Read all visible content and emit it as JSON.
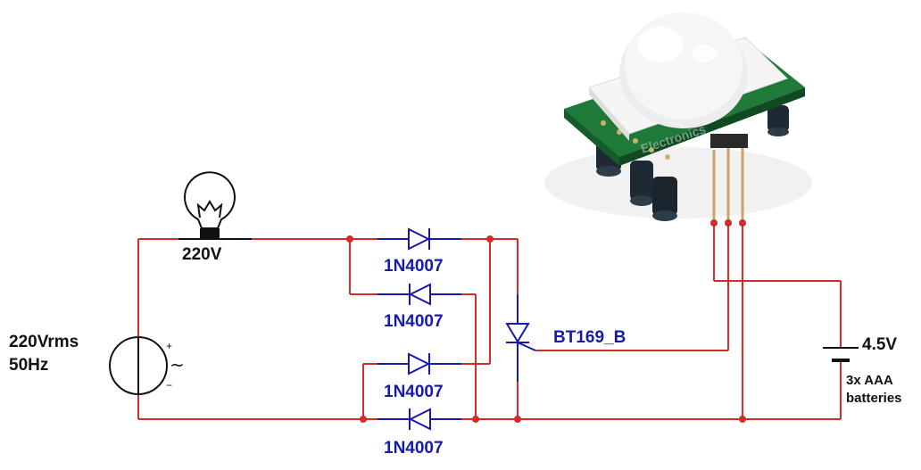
{
  "colors": {
    "wire": "#d42a2a",
    "component": "#1a1aa8",
    "source": "#111111",
    "label_text": "#111111",
    "component_label": "#1a1aa8",
    "pcb": "#1f7a3a",
    "dome": "#f2f2f2"
  },
  "source": {
    "voltage_label": "220Vrms",
    "frequency_label": "50Hz",
    "plus_sign": "+",
    "minus_sign": "−",
    "ac_symbol": "~"
  },
  "lamp": {
    "label": "220V"
  },
  "diodes": [
    {
      "part": "1N4007"
    },
    {
      "part": "1N4007"
    },
    {
      "part": "1N4007"
    },
    {
      "part": "1N4007"
    }
  ],
  "thyristor": {
    "part": "BT169_B"
  },
  "battery": {
    "voltage_label": "4.5V",
    "desc_line1": "3x AAA",
    "desc_line2": "batteries"
  },
  "pir_module": {
    "icon": "pir-sensor-module-icon",
    "watermark": "Electronics"
  }
}
